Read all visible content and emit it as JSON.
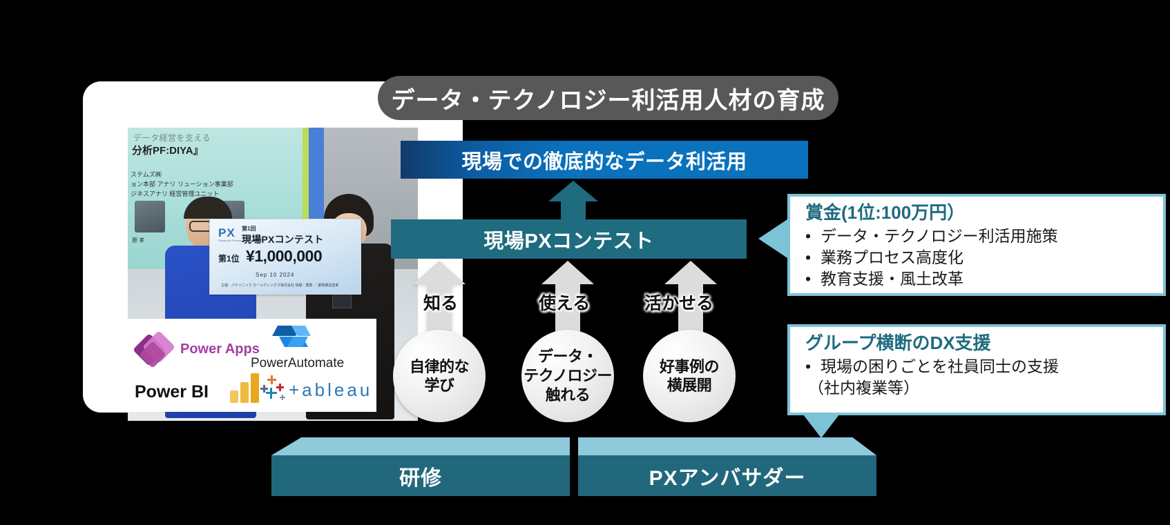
{
  "title_pill": {
    "label": "データ・テクノロジー利活用人材の育成"
  },
  "blue_bar": {
    "label": "現場での徹底的なデータ利活用"
  },
  "contest_bar": {
    "label": "現場PXコンテスト"
  },
  "arrow_labels": {
    "know": "知る",
    "use": "使える",
    "apply": "活かせる"
  },
  "circles": [
    {
      "line1": "自律的な",
      "line2": "学び",
      "line3": ""
    },
    {
      "line1": "データ・",
      "line2": "テクノロジー",
      "line3": "触れる"
    },
    {
      "line1": "好事例の",
      "line2": "横展開",
      "line3": ""
    }
  ],
  "bottom_boxes": [
    {
      "label": "研修"
    },
    {
      "label": "PXアンバサダー"
    }
  ],
  "callouts": [
    {
      "title": "賞金(1位:100万円）",
      "bullets": [
        "データ・テクノロジー利活用施策",
        "業務プロセス高度化",
        "教育支援・風土改革"
      ],
      "extra_lines": []
    },
    {
      "title": "グループ横断のDX支援",
      "bullets": [
        "現場の困りごとを社員同士の支援"
      ],
      "extra_lines": [
        "（社内複業等）"
      ]
    }
  ],
  "photo": {
    "projector": {
      "line_top": "データ経営を支える",
      "line_title": "分析PF:DIYA』",
      "line_org1": "ステムズ㈱",
      "line_org2": "ョン本部 アナリ       リューション事業部",
      "line_org3": "ジネスアナリ       経営管理ユニット",
      "line_name": "原 孝"
    },
    "check": {
      "logo": "PX",
      "logo_sub": "Panasonic Process Transformation",
      "edition": "第1回",
      "title": "現場PXコンテスト",
      "rank": "第1位",
      "amount": "¥1,000,000",
      "date": "Sep 10 2024",
      "footer": "主催：パナソニック ホールディングス株式会社 情報・業務 ／ 業務構造変革"
    }
  },
  "logos": [
    {
      "name": "Power Apps",
      "color": "#a33ea1"
    },
    {
      "name": "PowerAutomate",
      "color": "#1f1f1f"
    },
    {
      "name": "Power BI",
      "color": "#111111"
    },
    {
      "name": "+ableau",
      "color": "#2b7ab8"
    }
  ],
  "colors": {
    "title_gray": "#585858",
    "blue": "#0a72bd",
    "teal": "#1f6b80",
    "teal_dark": "#22687c",
    "light_blue": "#7cc3d8",
    "bot_top": "#8fc9dc",
    "arrow_gray": "#dcdcdc"
  }
}
